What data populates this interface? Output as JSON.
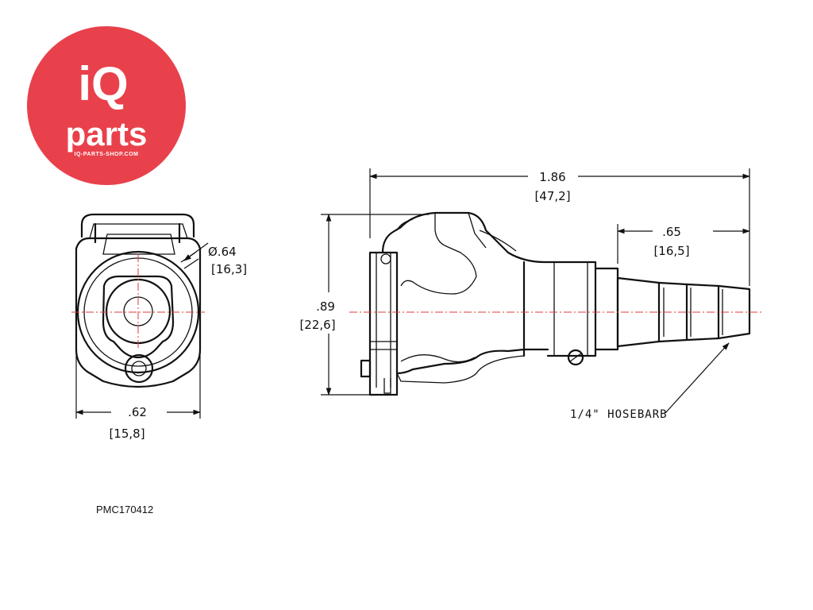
{
  "logo": {
    "brand_top": "iQ",
    "brand_bottom": "parts",
    "website": "IQ-PARTS-SHOP.COM",
    "color": "#e8414b"
  },
  "part_code": "PMC170412",
  "dimensions": {
    "front_width_in": ".62",
    "front_width_mm": "[15,8]",
    "front_diameter_in": "Ø.64",
    "front_diameter_mm": "[16,3]",
    "side_length_in": "1.86",
    "side_length_mm": "[47,2]",
    "side_height_in": ".89",
    "side_height_mm": "[22,6]",
    "barb_length_in": ".65",
    "barb_length_mm": "[16,5]",
    "callout": "1/4\" HOSEBARB"
  },
  "colors": {
    "line": "#111111",
    "centerline": "#e03a3a"
  }
}
